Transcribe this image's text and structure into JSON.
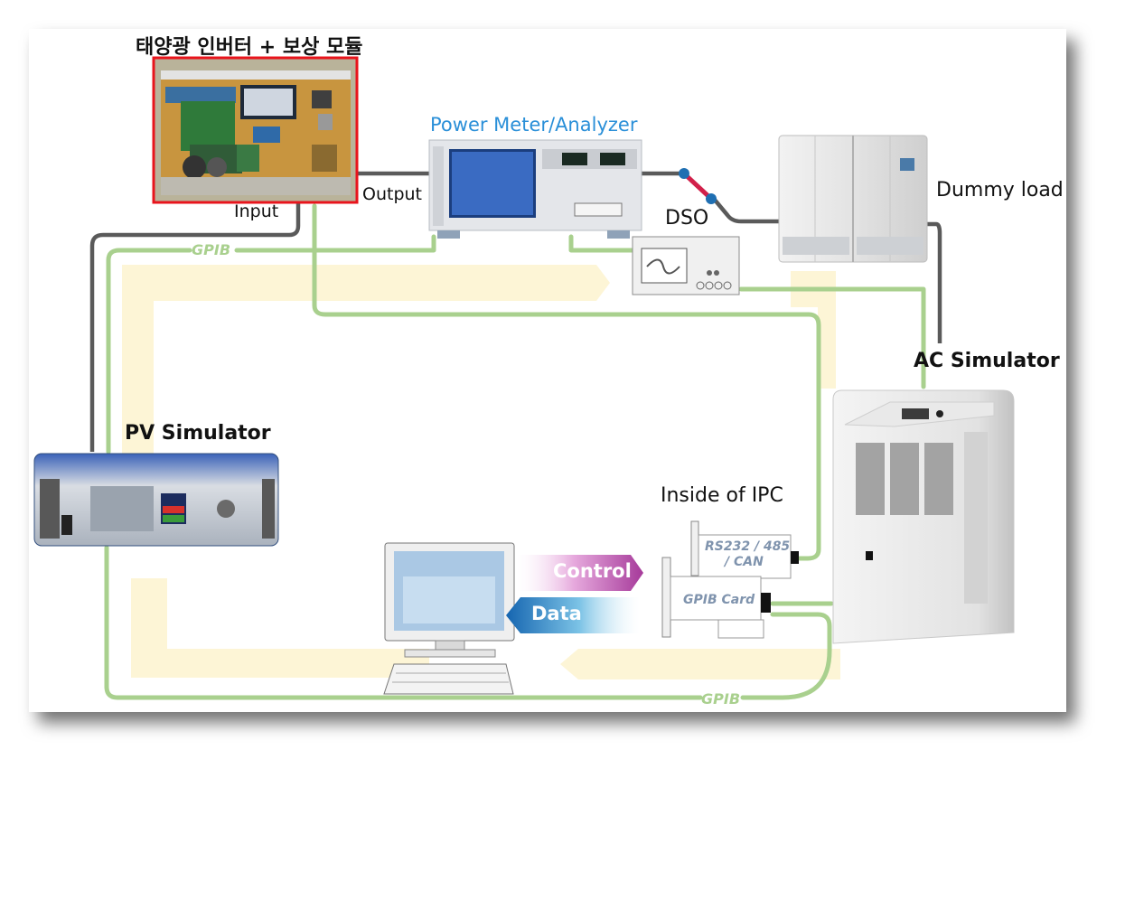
{
  "labels": {
    "inverter_title": "태양광 인버터 + 보상 모듈",
    "power_meter": "Power Meter/Analyzer",
    "output": "Output",
    "input": "Input",
    "dso": "DSO",
    "dummy_load": "Dummy load",
    "ac_simulator": "AC Simulator",
    "pv_simulator": "PV Simulator",
    "inside_ipc": "Inside of IPC",
    "gpib_top": "GPIB",
    "gpib_bottom": "GPIB",
    "rs232_line1": "RS232 / 485",
    "rs232_line2": "/ CAN",
    "gpib_card": "GPIB Card",
    "control": "Control",
    "data": "Data"
  },
  "colors": {
    "gpib_line": "#a9d08e",
    "power_line": "#555555",
    "highlight_box": "#e8141c",
    "flow_band": "#fdf3cf",
    "control_arrow": "#b04aa8",
    "data_arrow": "#1a78bd",
    "power_meter_text": "#2a8fd8"
  }
}
